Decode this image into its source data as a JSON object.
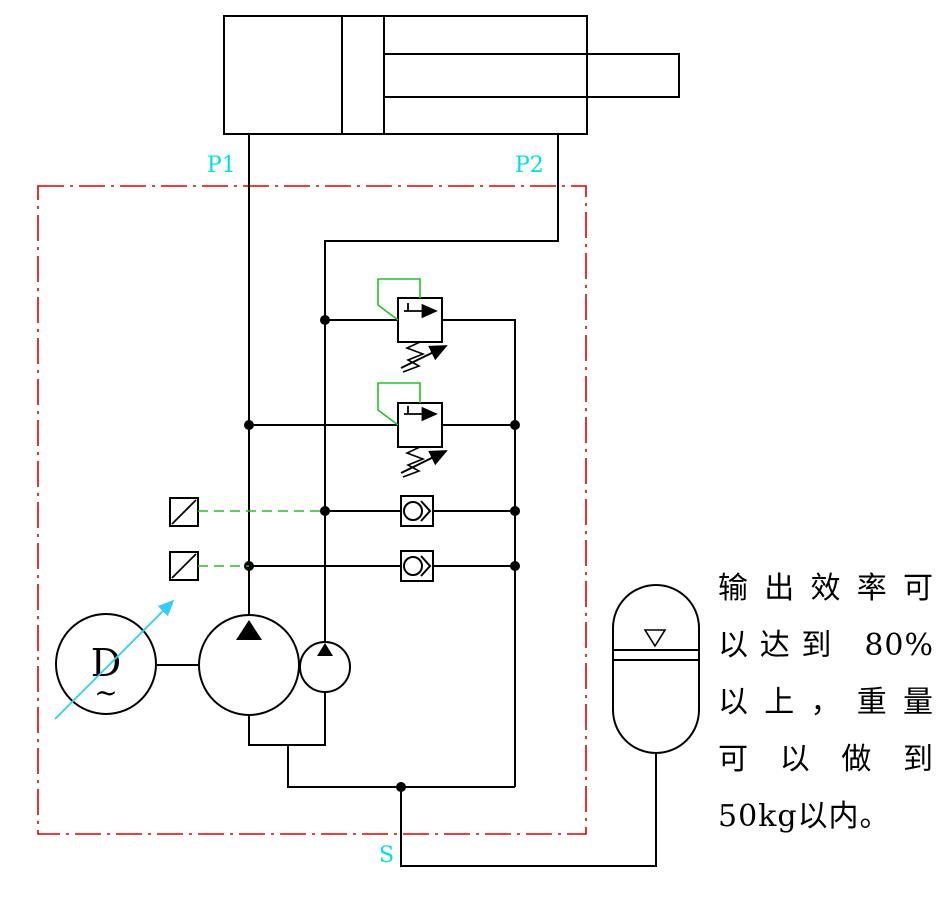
{
  "ports": {
    "p1": "P1",
    "p2": "P2",
    "s": "S"
  },
  "motor": {
    "letter": "D",
    "tilde": "~"
  },
  "caption": {
    "line1": "输出效率可",
    "line2": "以达到 80%",
    "line3": "以上，重量",
    "line4": "可 以 做 到",
    "line5": "50kg以内。"
  },
  "colors": {
    "lines": "#000000",
    "boundary": "#e00000",
    "pilot": "#22c422",
    "port_label": "#00e0e0",
    "adjust_arrow": "#33ccff"
  }
}
